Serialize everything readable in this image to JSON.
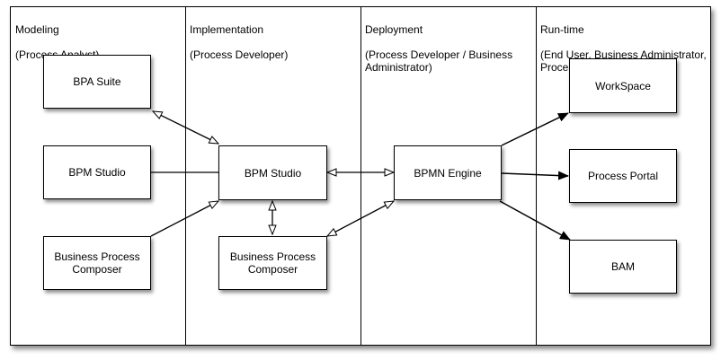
{
  "lanes": [
    {
      "title": "Modeling",
      "subtitle": "(Process Analyst)"
    },
    {
      "title": "Implementation",
      "subtitle": "(Process Developer)"
    },
    {
      "title": "Deployment",
      "subtitle": "(Process Developer / Business\nAdministrator)"
    },
    {
      "title": "Run-time",
      "subtitle": "(End User, Business Administrator,\nProcess Owner)"
    }
  ],
  "nodes": {
    "bpa_suite": "BPA Suite",
    "bpm_studio_modeling": "BPM Studio",
    "bpc_modeling": "Business Process\nComposer",
    "bpm_studio_impl": "BPM Studio",
    "bpc_impl": "Business Process\nComposer",
    "bpmn_engine": "BPMN Engine",
    "workspace": "WorkSpace",
    "process_portal": "Process Portal",
    "bam": "BAM"
  }
}
